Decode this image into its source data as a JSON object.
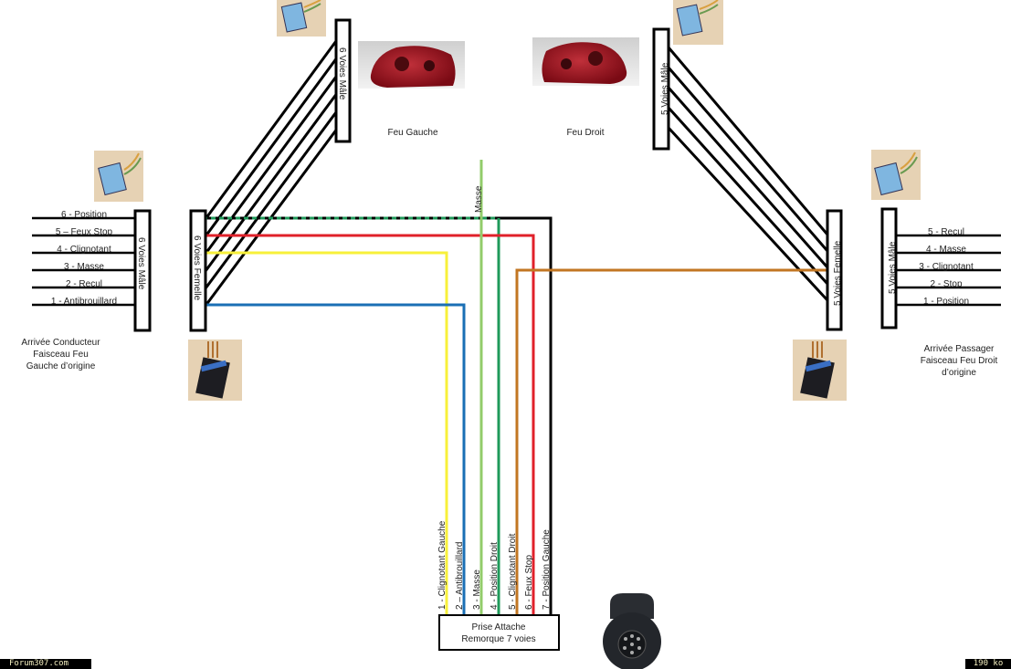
{
  "title_lights": {
    "left": "Feu Gauche",
    "right": "Feu Droit"
  },
  "connectors": {
    "left_top_male": "6 Voies Mâle",
    "left_male": "6 Voies Mâle",
    "left_female": "6 Voies Femelle",
    "right_top_male": "5 Voies Mâle",
    "right_female": "5 Voies Femelle",
    "right_male": "5 Voies Mâle"
  },
  "left_pins": [
    "6 - Position",
    "5 – Feux Stop",
    "4 - Clignotant",
    "3 - Masse",
    "2 - Recul",
    "1 - Antibrouillard"
  ],
  "right_pins": [
    "5 - Recul",
    "4 - Masse",
    "3 - Clignotant",
    "2 - Stop",
    "1 - Position"
  ],
  "left_caption": [
    "Arrivée Conducteur",
    "Faisceau Feu",
    "Gauche d’origine"
  ],
  "right_caption": [
    "Arrivée Passager",
    "Faisceau Feu Droit",
    "d’origine"
  ],
  "masse_label": "Masse",
  "socket_wires": [
    {
      "label": "1 - Clignotant Gauche",
      "color": "#f7f03a"
    },
    {
      "label": "2 – Antibrouillard",
      "color": "#1a6fb5"
    },
    {
      "label": "3 - Masse",
      "color": "#92cc6a"
    },
    {
      "label": "4 - Position Droit",
      "color": "#1f9a5a"
    },
    {
      "label": "5 - Clignotant Droit",
      "color": "#c27622"
    },
    {
      "label": "6 - Feux Stop",
      "color": "#e0202a"
    },
    {
      "label": "7 - Position Gauche",
      "color": "#000000"
    }
  ],
  "socket_box": [
    "Prise Attache",
    "Remorque 7 voies"
  ],
  "footer": {
    "site": "Forum307.com",
    "size": "190 ko"
  }
}
